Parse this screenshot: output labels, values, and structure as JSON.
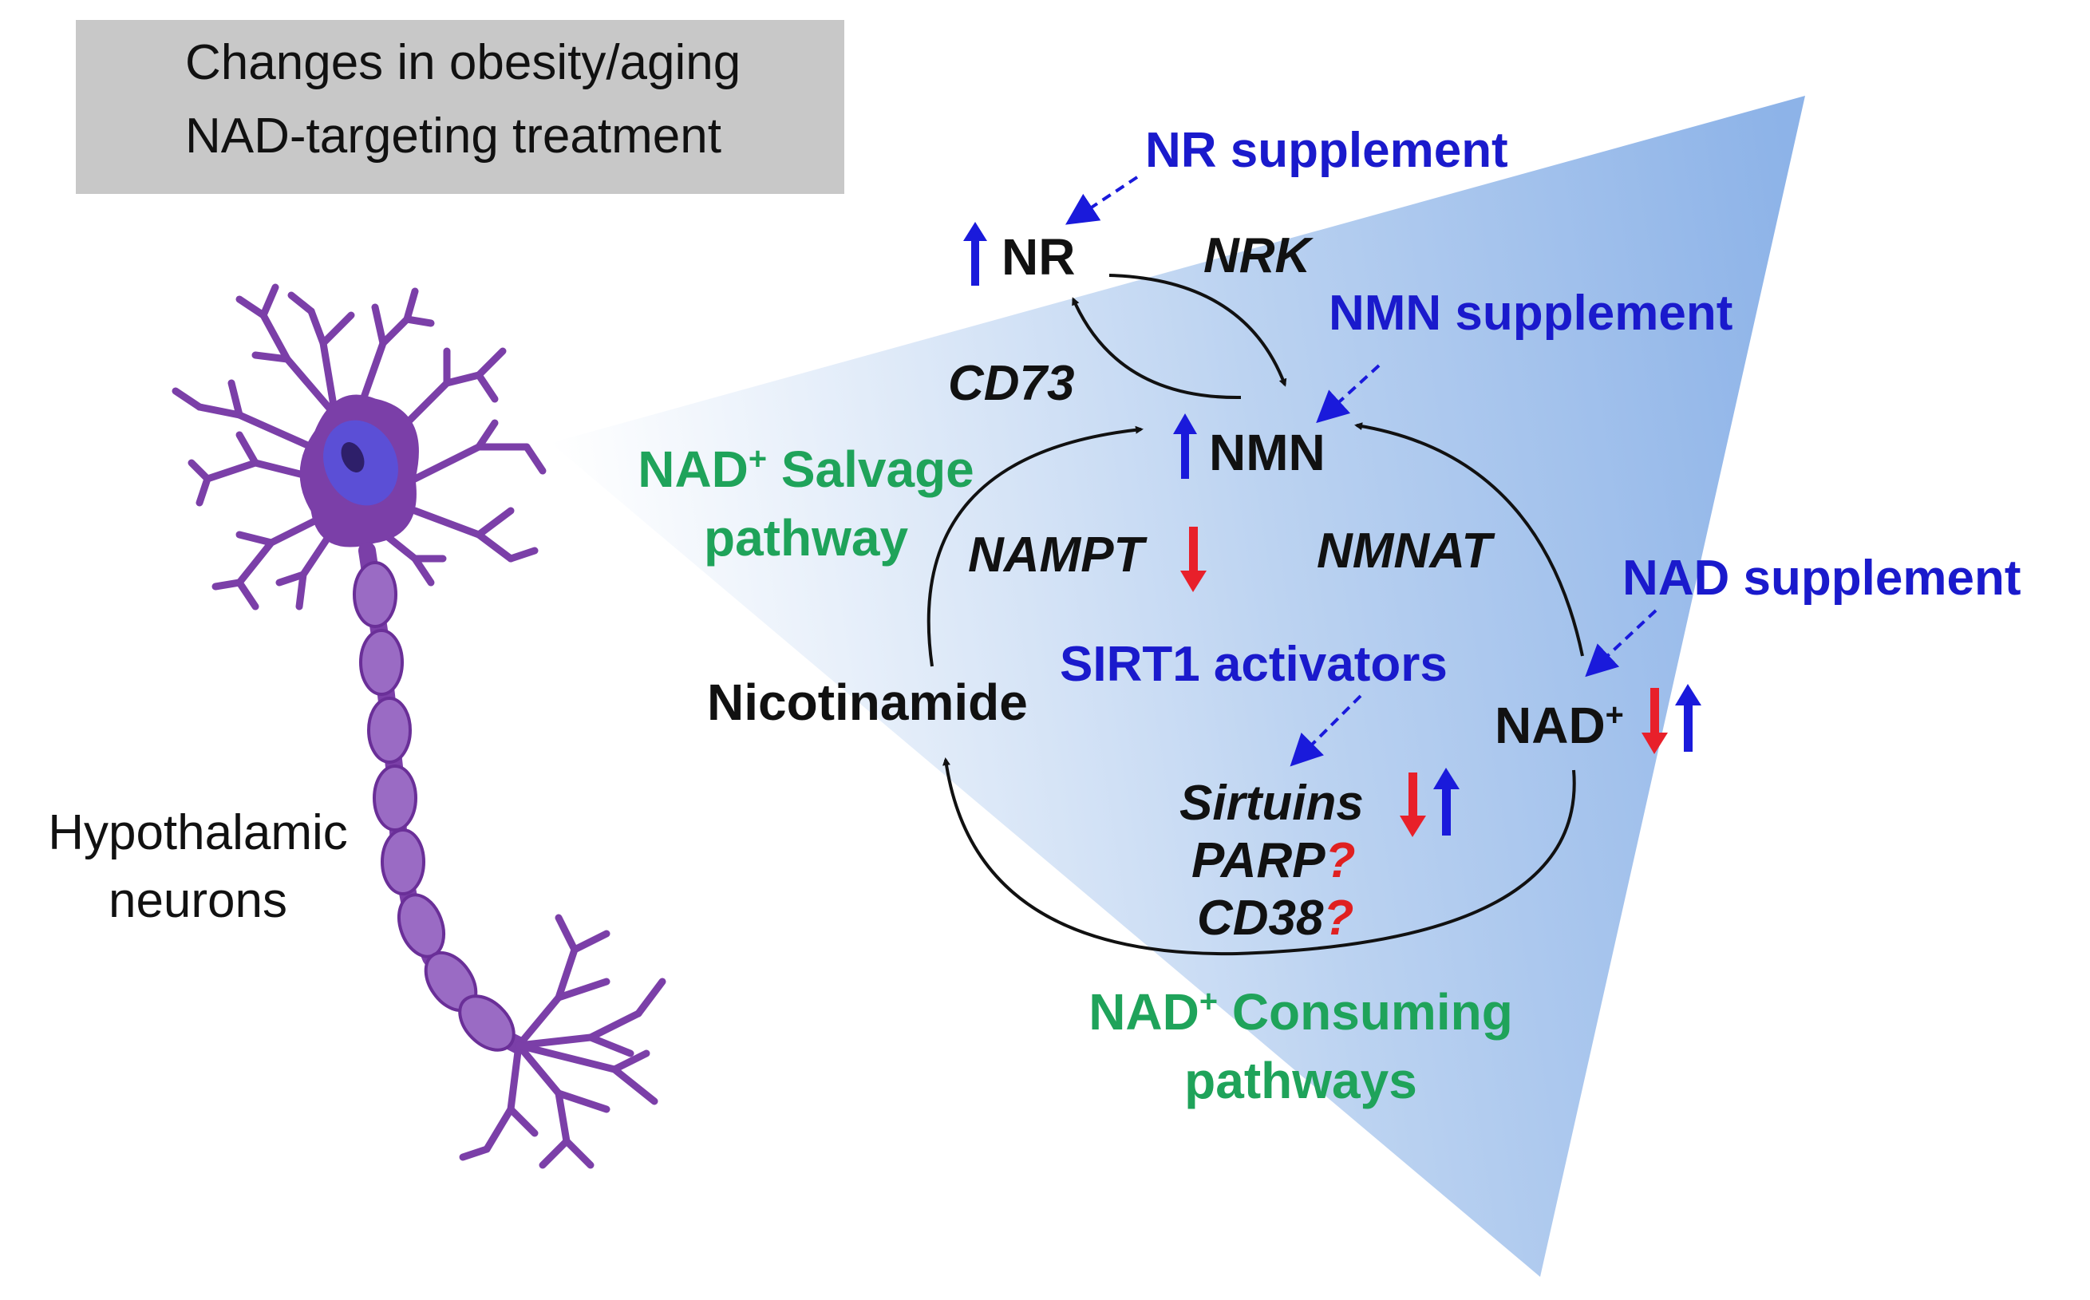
{
  "legend": {
    "items": [
      {
        "label": "Changes in obesity/aging",
        "color": "#e8202a"
      },
      {
        "label": "NAD-targeting treatment",
        "color": "#1a1adb"
      }
    ]
  },
  "neuron": {
    "label_line1": "Hypothalamic",
    "label_line2": "neurons",
    "color": "#7b3fa8"
  },
  "metabolites": {
    "nr": "NR",
    "nmn": "NMN",
    "nad": "NAD",
    "nad_sup": "+",
    "nicotinamide": "Nicotinamide"
  },
  "enzymes": {
    "nrk": "NRK",
    "cd73": "CD73",
    "nampt": "NAMPT",
    "nmnat": "NMNAT",
    "sirtuins": "Sirtuins",
    "parp": "PARP",
    "cd38": "CD38",
    "question_mark": "?"
  },
  "treatments": {
    "nr_supplement": "NR supplement",
    "nmn_supplement": "NMN supplement",
    "nad_supplement": "NAD supplement",
    "sirt1_activators": "SIRT1 activators"
  },
  "pathways": {
    "salvage_prefix": "NAD",
    "salvage_sup": "+",
    "salvage_rest": " Salvage",
    "salvage_line2": "pathway",
    "consuming_prefix": "NAD",
    "consuming_sup": "+",
    "consuming_rest": " Consuming",
    "consuming_line2": "pathways"
  },
  "colors": {
    "increase_treatment": "#1a1adb",
    "decrease_obesity": "#e8202a",
    "triangle_light": "#ffffff",
    "triangle_dark": "#8fb4e6",
    "treatment_text": "#1a1acc",
    "pathway_text": "#1fa35a"
  }
}
